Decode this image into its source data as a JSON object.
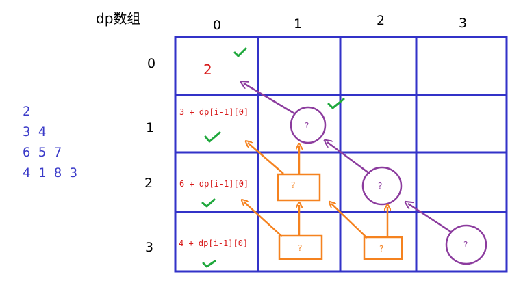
{
  "title": "dp数组",
  "column_headers": [
    "0",
    "1",
    "2",
    "3"
  ],
  "row_headers": [
    "0",
    "1",
    "2",
    "3"
  ],
  "triangle_rows": [
    "2",
    "3 4",
    "6 5 7",
    "4 1 8 3"
  ],
  "cells": {
    "r0c0_value": "2",
    "r1c0_formula": "3 + dp[i-1][0]",
    "r2c0_formula": "6 + dp[i-1][0]",
    "r3c0_formula": "4 + dp[i-1][0]",
    "unknown": "?"
  },
  "colors": {
    "grid": "#3232c8",
    "value_text": "#d81c1c",
    "check": "#1fa83c",
    "orange": "#f5821f",
    "purple": "#8c3c9e",
    "triangle_text": "#3a3ac8"
  },
  "icons": [
    "check-icon",
    "circle-shape",
    "box-shape",
    "arrow"
  ]
}
